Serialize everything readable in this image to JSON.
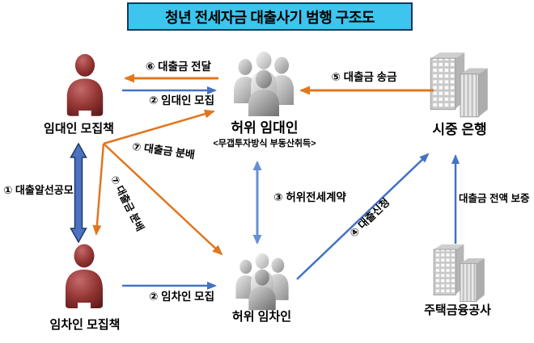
{
  "title": "청년 전세자금 대출사기 범행 구조도",
  "nodes": {
    "landlord_recruiter": {
      "label": "임대인 모집책",
      "icon": "person-icon"
    },
    "fake_landlord": {
      "label": "허위 임대인",
      "sublabel": "<무갭투자방식 부동산취득>",
      "icon": "people-group-icon"
    },
    "commercial_bank": {
      "label": "시중 은행",
      "icon": "buildings-icon"
    },
    "tenant_recruiter": {
      "label": "임차인 모집책",
      "icon": "person-icon"
    },
    "fake_tenant": {
      "label": "허위 임차인",
      "icon": "people-group-icon"
    },
    "housing_finance_corp": {
      "label": "주택금융공사",
      "icon": "buildings-icon"
    }
  },
  "edges": {
    "loan_brokering_conspiracy": {
      "label": "① 대출알선공모"
    },
    "landlord_recruiting": {
      "label": "② 임대인 모집"
    },
    "tenant_recruiting": {
      "label": "② 임차인 모집"
    },
    "fake_jeonse_contract": {
      "label": "③ 허위전세계약"
    },
    "loan_application": {
      "label": "④ 대출신청"
    },
    "loan_remittance": {
      "label": "⑤ 대출금 송금"
    },
    "loan_delivery": {
      "label": "⑥ 대출금 전달"
    },
    "loan_distribution_1": {
      "label": "⑦ 대출금 분배"
    },
    "loan_distribution_2": {
      "label": "⑦ 대출금 분배"
    },
    "full_loan_guarantee": {
      "label": "대출금 전액 보증"
    }
  },
  "colors": {
    "orange_arrow": "#E2761E",
    "blue_arrow": "#4472C4",
    "light_blue_arrow": "#6690D2",
    "thick_arrow_fill": "#4D72C3",
    "thick_arrow_border": "#1F3864",
    "title_bg": "#3DC5EE",
    "title_border": "#17365E",
    "person_icon": "#943634",
    "group_icon": "#ACACAC",
    "building_icon": "#E6E6E6"
  }
}
